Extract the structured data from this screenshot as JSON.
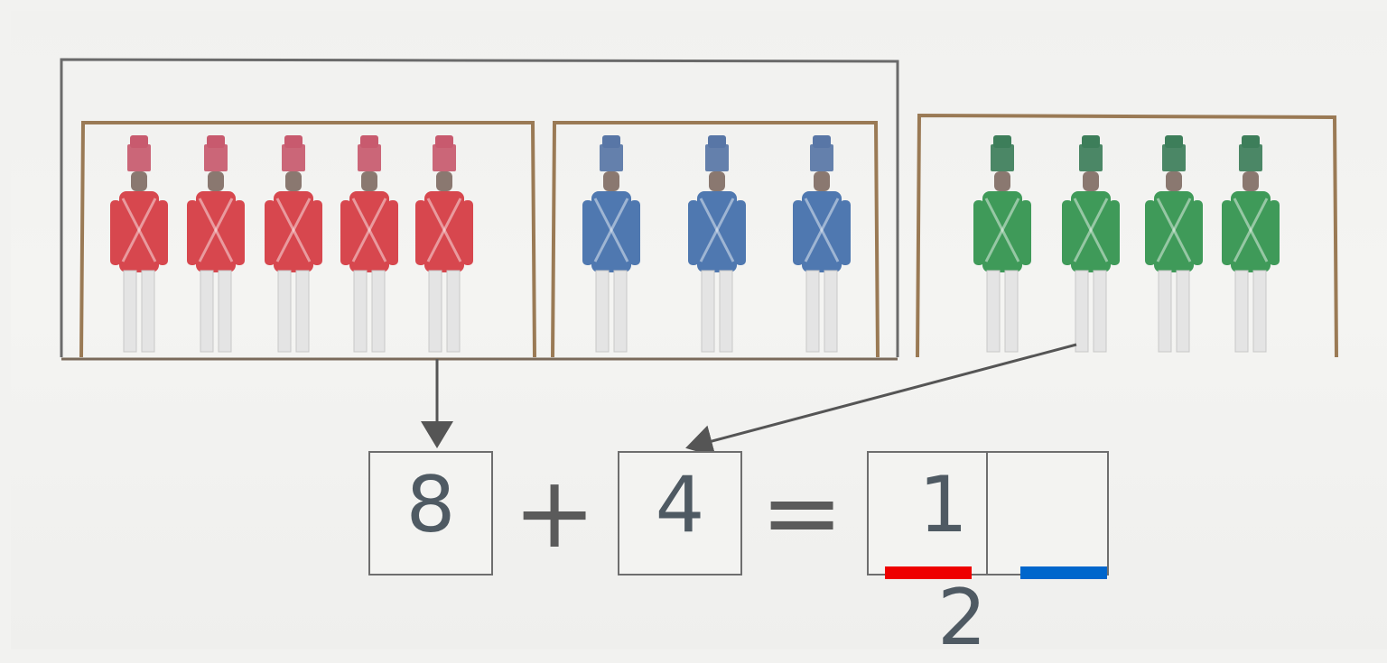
{
  "groups": [
    {
      "name": "red",
      "count": 5,
      "coat": "#d7474e",
      "hat": "#c85a6e"
    },
    {
      "name": "blue",
      "count": 3,
      "coat": "#4f78b0",
      "hat": "#5876a6"
    },
    {
      "name": "green",
      "count": 4,
      "coat": "#3f9a59",
      "hat": "#3d7e5a"
    }
  ],
  "equation": {
    "addend1": "8",
    "plus": "+",
    "addend2": "4",
    "equals": "=",
    "tens_digit": "1",
    "ones_digit": ""
  },
  "answer_below": "2",
  "marks": {
    "tens_color": "#ee0000",
    "ones_color": "#0066cc"
  }
}
